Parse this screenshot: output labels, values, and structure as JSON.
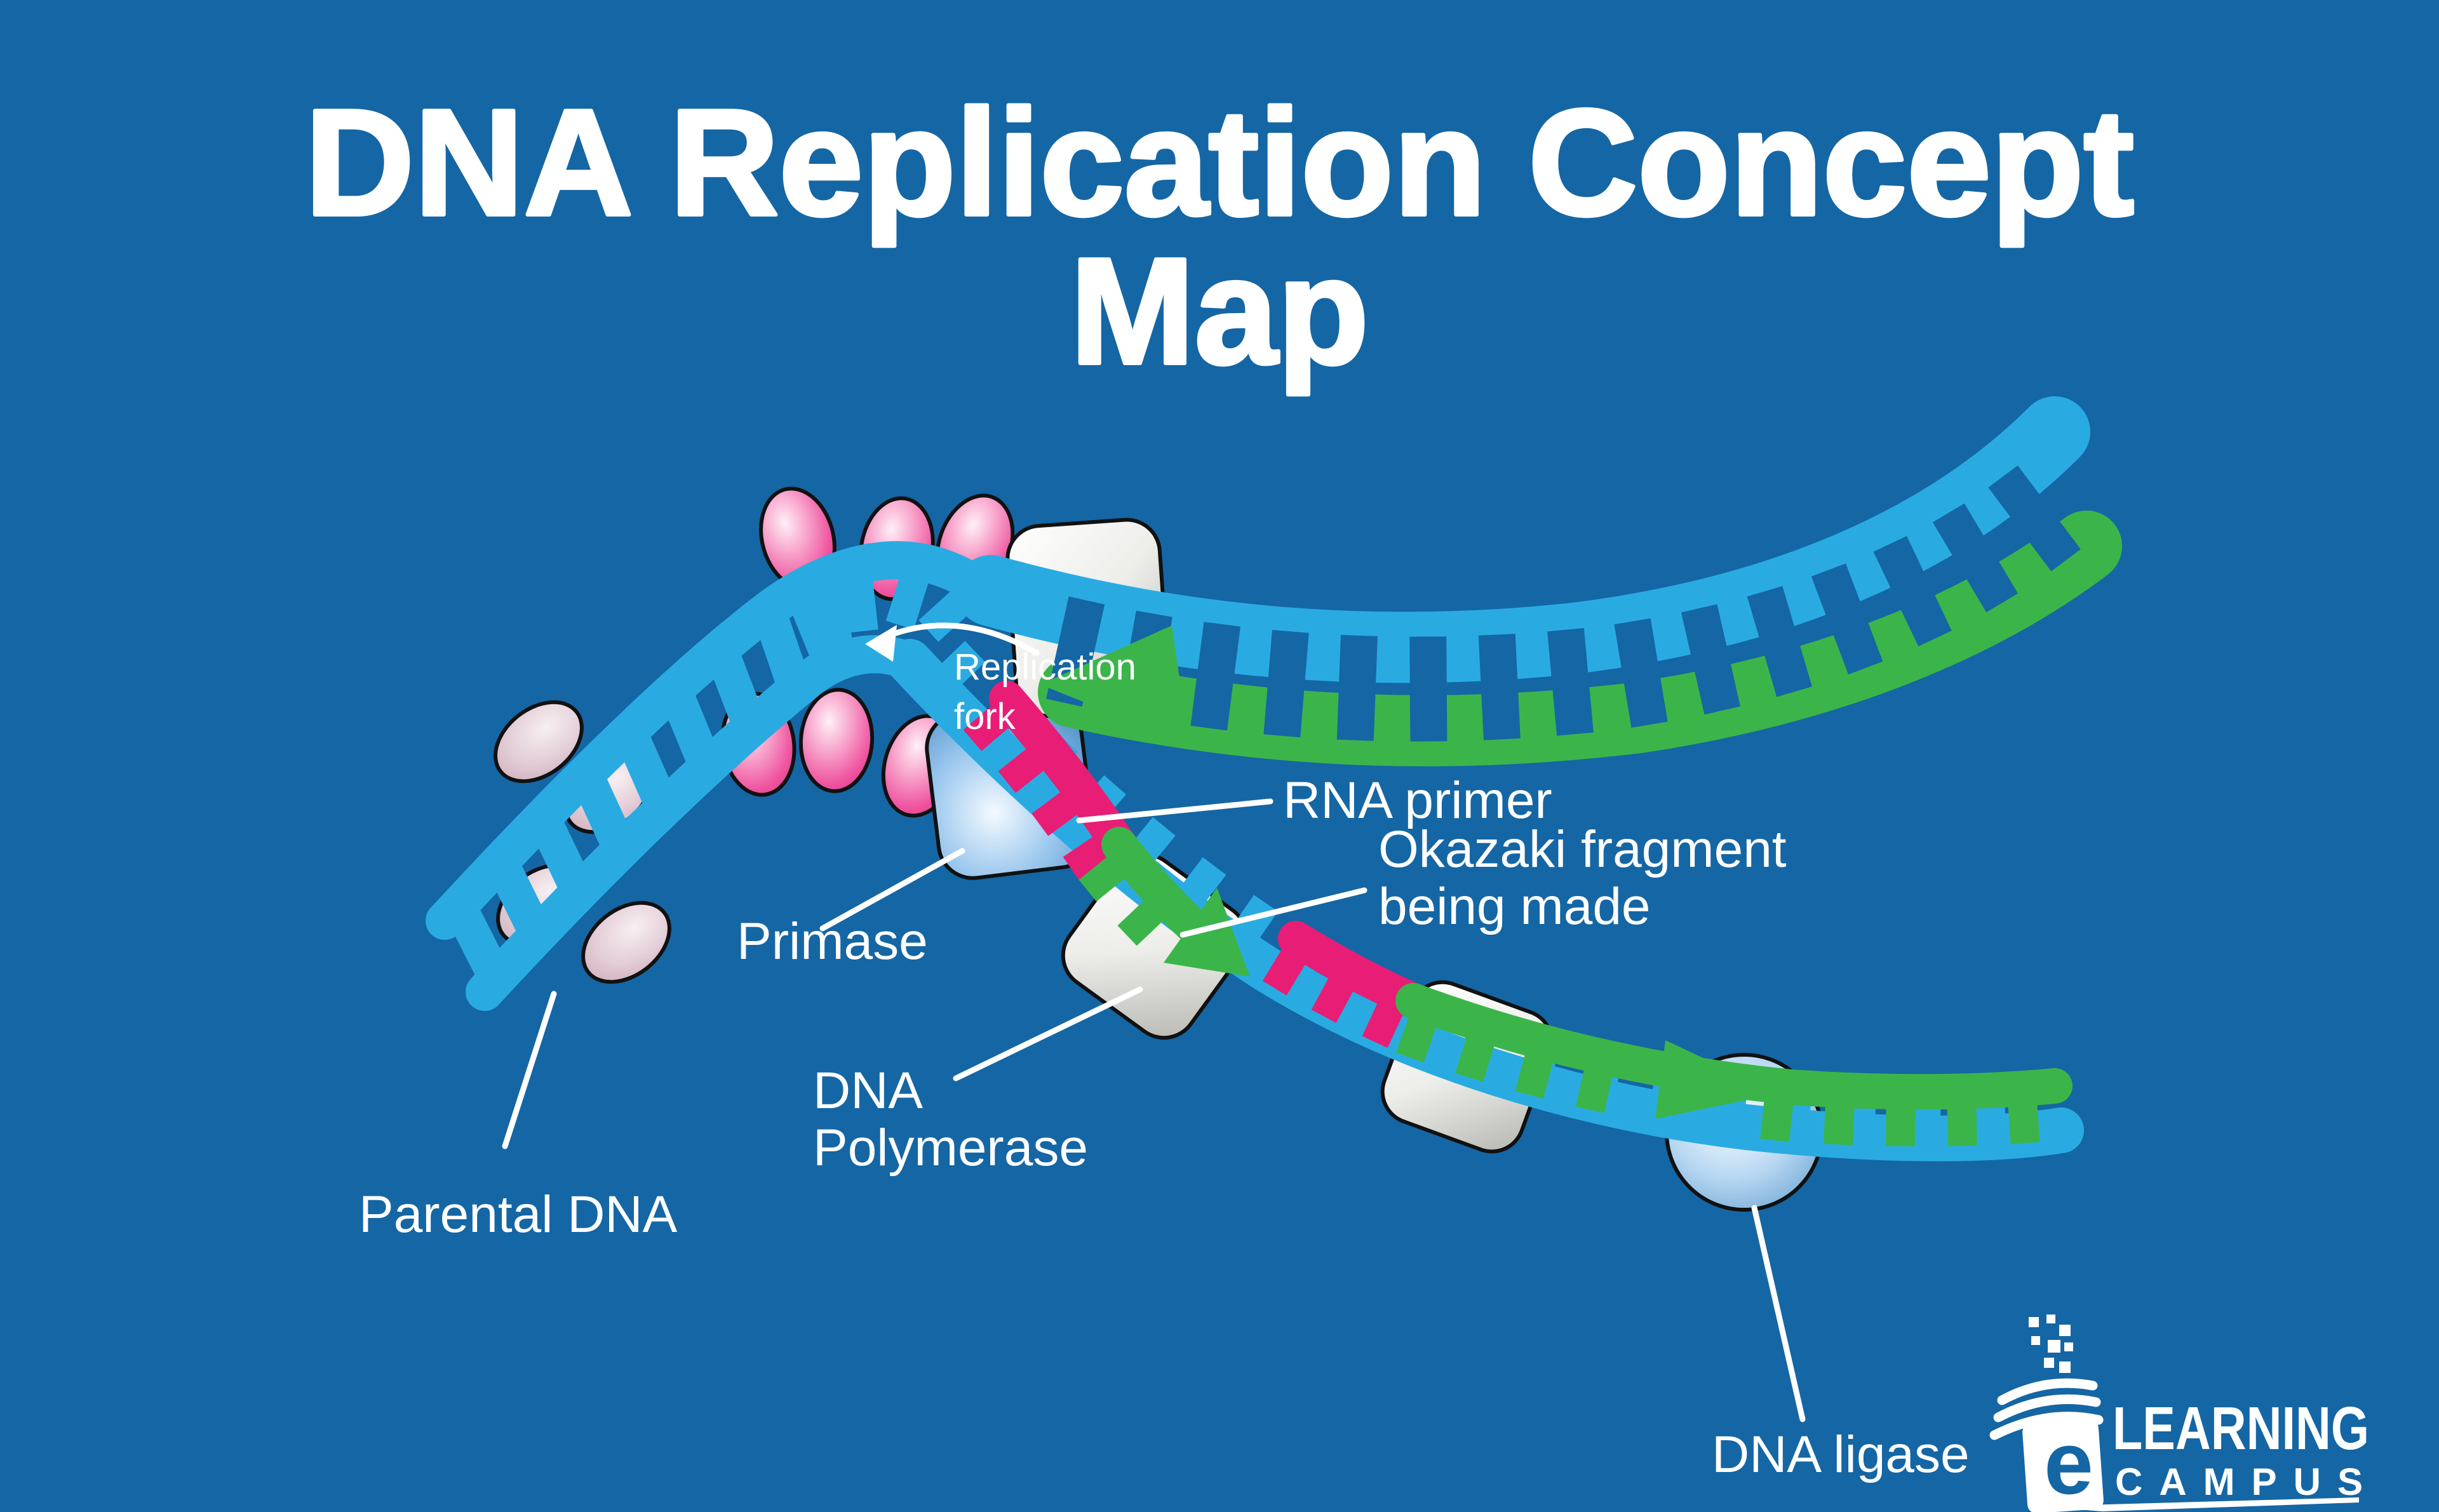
{
  "title": {
    "line1": "DNA Replication Concept",
    "line2": "Map"
  },
  "labels": {
    "replication_fork_line1": "Replication",
    "replication_fork_line2": "fork",
    "rna_primer": "RNA primer",
    "okazaki_line1": "Okazaki fragment",
    "okazaki_line2": "being made",
    "primase": "Primase",
    "dna_polymerase_line1": "DNA",
    "dna_polymerase_line2": "Polymerase",
    "parental_dna": "Parental DNA",
    "dna_ligase": "DNA ligase"
  },
  "logo": {
    "e": "e",
    "learning": "LEARNING",
    "campus": "CAMPUS"
  },
  "colors": {
    "background": "#1566A4",
    "strand_blue": "#29ABE2",
    "new_strand_green": "#3BB54A",
    "rna_primer_magenta": "#E81D75",
    "histone_pink": "#EF55A0",
    "pale_protein_pink": "#D9BBC9",
    "protein_white": "#F2F2F0",
    "enzyme_blue": "#8FC0EA",
    "label_white": "#FFFFFF",
    "outline_black": "#111111"
  }
}
